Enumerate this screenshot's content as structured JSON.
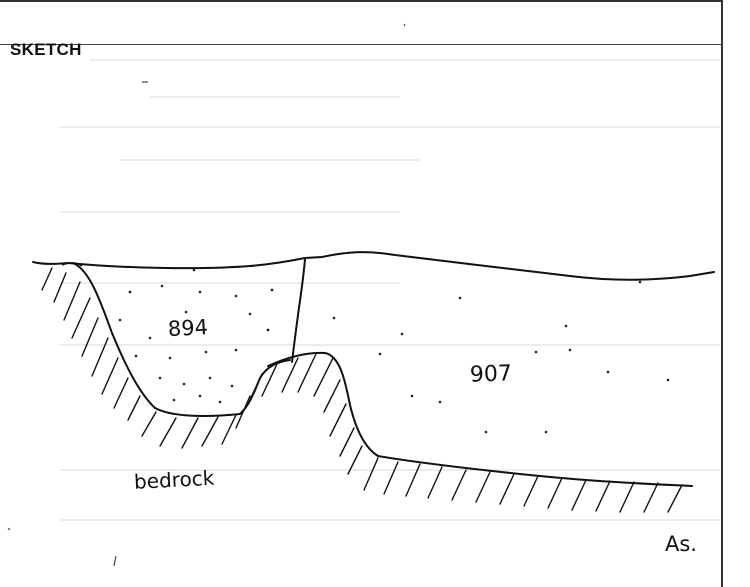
{
  "title": "SKETCH",
  "fills": {
    "left": "894",
    "right": "907"
  },
  "substrate": "bedrock",
  "signature": "As."
}
